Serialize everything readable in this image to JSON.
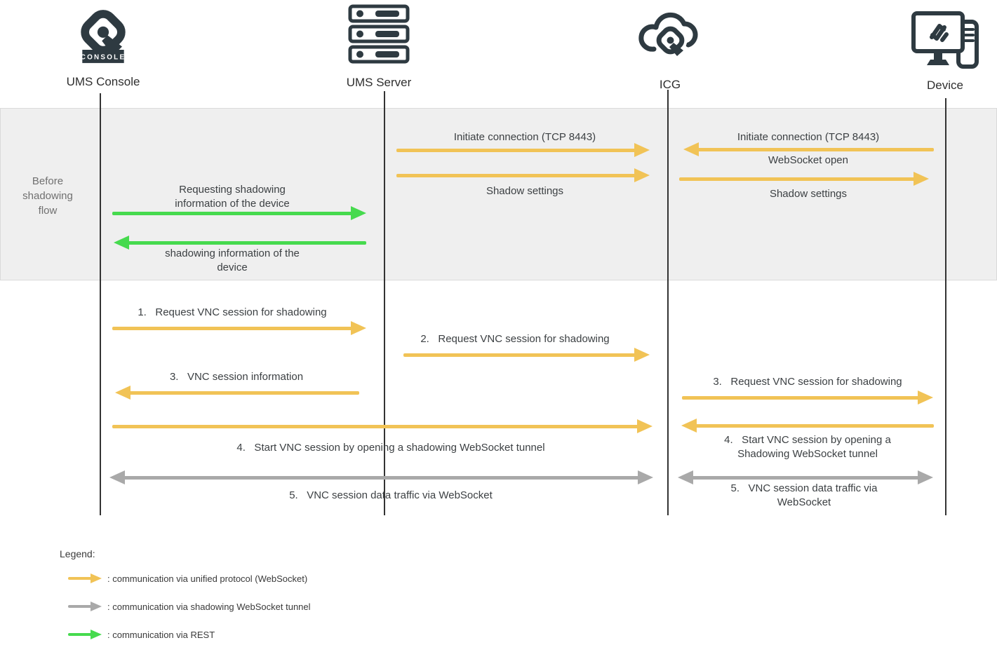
{
  "title": "UMS shadowing flow sequence diagram",
  "actors": [
    {
      "id": "ums-console",
      "label": "UMS Console",
      "icon": "igel-console-logo-icon"
    },
    {
      "id": "ums-server",
      "label": "UMS Server",
      "icon": "server-rack-icon"
    },
    {
      "id": "icg",
      "label": "ICG",
      "icon": "igel-cloud-gateway-icon"
    },
    {
      "id": "device",
      "label": "Device",
      "icon": "endpoint-device-icon"
    }
  ],
  "phase_band": {
    "label": "Before\nshadowing\nflow"
  },
  "messages": [
    {
      "id": "req-shadow-info",
      "from": "UMS Console",
      "to": "UMS Server",
      "protocol": "rest",
      "direction": "right",
      "label": "Requesting shadowing\ninformation of the device"
    },
    {
      "id": "resp-shadow-info",
      "from": "UMS Server",
      "to": "UMS Console",
      "protocol": "rest",
      "direction": "left",
      "label": "shadowing information of the\ndevice"
    },
    {
      "id": "server-icg-initiate",
      "from": "UMS Server",
      "to": "ICG",
      "protocol": "unified",
      "direction": "right",
      "label": "Initiate connection (TCP 8443)"
    },
    {
      "id": "server-icg-shadow-settings",
      "from": "UMS Server",
      "to": "ICG",
      "protocol": "unified",
      "direction": "right",
      "label": "Shadow settings"
    },
    {
      "id": "device-icg-initiate",
      "from": "Device",
      "to": "ICG",
      "protocol": "unified",
      "direction": "left",
      "label": "Initiate connection (TCP 8443)"
    },
    {
      "id": "websocket-open",
      "from": "Device",
      "to": "ICG",
      "protocol": "unified",
      "direction": "none",
      "label": "WebSocket open"
    },
    {
      "id": "icg-device-shadow-settings",
      "from": "ICG",
      "to": "Device",
      "protocol": "unified",
      "direction": "right",
      "label": "Shadow settings"
    },
    {
      "id": "step-1",
      "from": "UMS Console",
      "to": "UMS Server",
      "protocol": "unified",
      "direction": "right",
      "label": "1.   Request VNC session for shadowing"
    },
    {
      "id": "step-2",
      "from": "UMS Server",
      "to": "ICG",
      "protocol": "unified",
      "direction": "right",
      "label": "2.   Request VNC session for shadowing"
    },
    {
      "id": "step-3-info",
      "from": "UMS Server",
      "to": "UMS Console",
      "protocol": "unified",
      "direction": "left",
      "label": "3.   VNC session information"
    },
    {
      "id": "step-3-right",
      "from": "ICG",
      "to": "Device",
      "protocol": "unified",
      "direction": "right",
      "label": "3.   Request VNC session for shadowing"
    },
    {
      "id": "step-4-left",
      "from": "UMS Console",
      "to": "ICG",
      "protocol": "unified",
      "direction": "right",
      "label": "4.   Start VNC session by opening a shadowing WebSocket tunnel"
    },
    {
      "id": "step-4-right",
      "from": "Device",
      "to": "ICG",
      "protocol": "unified",
      "direction": "left",
      "label": "4.   Start VNC session by opening a\nShadowing WebSocket tunnel"
    },
    {
      "id": "step-5-left",
      "from": "UMS Console",
      "to": "ICG",
      "protocol": "tunnel",
      "direction": "both",
      "label": "5.   VNC session data traffic via WebSocket"
    },
    {
      "id": "step-5-right",
      "from": "ICG",
      "to": "Device",
      "protocol": "tunnel",
      "direction": "both",
      "label": "5.   VNC session data traffic via\nWebSocket"
    }
  ],
  "legend": {
    "title": "Legend:",
    "items": [
      {
        "protocol": "unified",
        "label": ": communication via unified protocol (WebSocket)"
      },
      {
        "protocol": "tunnel",
        "label": ": communication via shadowing WebSocket tunnel"
      },
      {
        "protocol": "rest",
        "label": ": communication via REST"
      }
    ]
  },
  "colors": {
    "unified": "#F1C356",
    "rest": "#46DA4E",
    "tunnel": "#A9A9A9",
    "icon": "#2E3A41",
    "band": "#EFEFEF"
  },
  "console_badge_text": "CONSOLE"
}
